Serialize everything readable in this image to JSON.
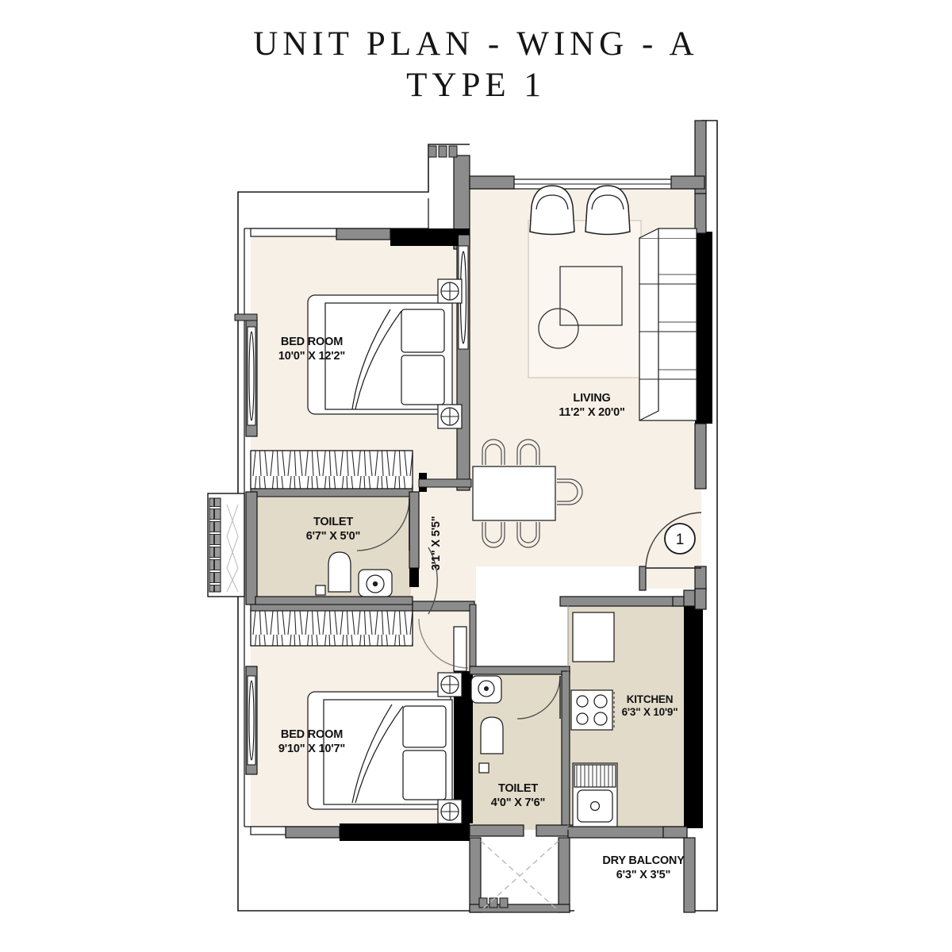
{
  "title": {
    "line1": "UNIT PLAN - WING - A",
    "line2": "TYPE 1"
  },
  "colors": {
    "room_fill": "#f6f0e7",
    "wet_fill": "#e2dbc9",
    "wall_solid": "#000000",
    "wall_gray": "#8c8c8c",
    "outline": "#1a1a1a",
    "text": "#111111",
    "page_bg": "#ffffff"
  },
  "rooms": [
    {
      "id": "bedroom-1",
      "name": "BED ROOM",
      "dimensions": "10'0\" X 12'2\""
    },
    {
      "id": "bedroom-2",
      "name": "BED ROOM",
      "dimensions": "9'10\" X 10'7\""
    },
    {
      "id": "living",
      "name": "LIVING",
      "dimensions": "11'2\" X 20'0\""
    },
    {
      "id": "toilet-1",
      "name": "TOILET",
      "dimensions": "6'7\" X 5'0\""
    },
    {
      "id": "toilet-2",
      "name": "TOILET",
      "dimensions": "4'0\" X 7'6\""
    },
    {
      "id": "kitchen",
      "name": "KITCHEN",
      "dimensions": "6'3\" X 10'9\""
    },
    {
      "id": "balcony",
      "name": "DRY BALCONY",
      "dimensions": "6'3\" X 3'5\""
    },
    {
      "id": "passage",
      "name": "",
      "dimensions": "3'1\" X 5'5\""
    }
  ],
  "markers": [
    {
      "id": "entry-door",
      "label": "1"
    }
  ]
}
